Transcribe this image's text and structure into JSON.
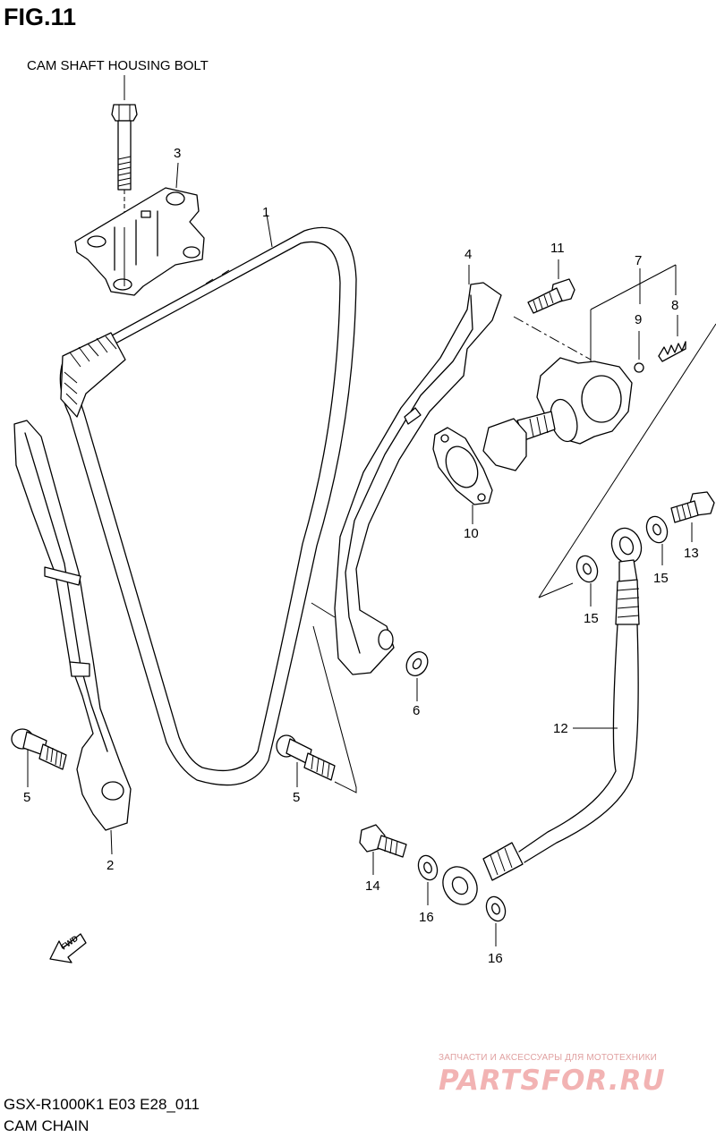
{
  "figure": {
    "title": "FIG.11",
    "caption": "CAM SHAFT HOUSING BOLT",
    "model_code": "GSX-R1000K1 E03 E28_011",
    "section_name": "CAM CHAIN",
    "fwd_label": "FWD"
  },
  "callouts": [
    {
      "id": "c1",
      "label": "1",
      "part": "cam-chain"
    },
    {
      "id": "c2",
      "label": "2",
      "part": "chain-guide-no1"
    },
    {
      "id": "c3",
      "label": "3",
      "part": "cam-shaft-housing-bracket"
    },
    {
      "id": "c4",
      "label": "4",
      "part": "tensioner-slipper"
    },
    {
      "id": "c5a",
      "label": "5",
      "part": "guide-bolt-left"
    },
    {
      "id": "c5b",
      "label": "5",
      "part": "guide-bolt-right"
    },
    {
      "id": "c6",
      "label": "6",
      "part": "washer"
    },
    {
      "id": "c7",
      "label": "7",
      "part": "tensioner-assembly"
    },
    {
      "id": "c8",
      "label": "8",
      "part": "spring"
    },
    {
      "id": "c9",
      "label": "9",
      "part": "ball"
    },
    {
      "id": "c10",
      "label": "10",
      "part": "gasket"
    },
    {
      "id": "c11",
      "label": "11",
      "part": "tensioner-bolt"
    },
    {
      "id": "c12",
      "label": "12",
      "part": "oil-hose"
    },
    {
      "id": "c13",
      "label": "13",
      "part": "union-bolt-upper"
    },
    {
      "id": "c14",
      "label": "14",
      "part": "union-bolt-lower"
    },
    {
      "id": "c15a",
      "label": "15",
      "part": "gasket-washer-a"
    },
    {
      "id": "c15b",
      "label": "15",
      "part": "gasket-washer-b"
    },
    {
      "id": "c16a",
      "label": "16",
      "part": "gasket-washer-c"
    },
    {
      "id": "c16b",
      "label": "16",
      "part": "gasket-washer-d"
    }
  ],
  "watermark": {
    "tagline": "ЗАПЧАСТИ И АКСЕССУАРЫ ДЛЯ МОТОТЕХНИКИ",
    "logo_text": "PARTSFOR.RU",
    "color": "#f2b3b3"
  }
}
